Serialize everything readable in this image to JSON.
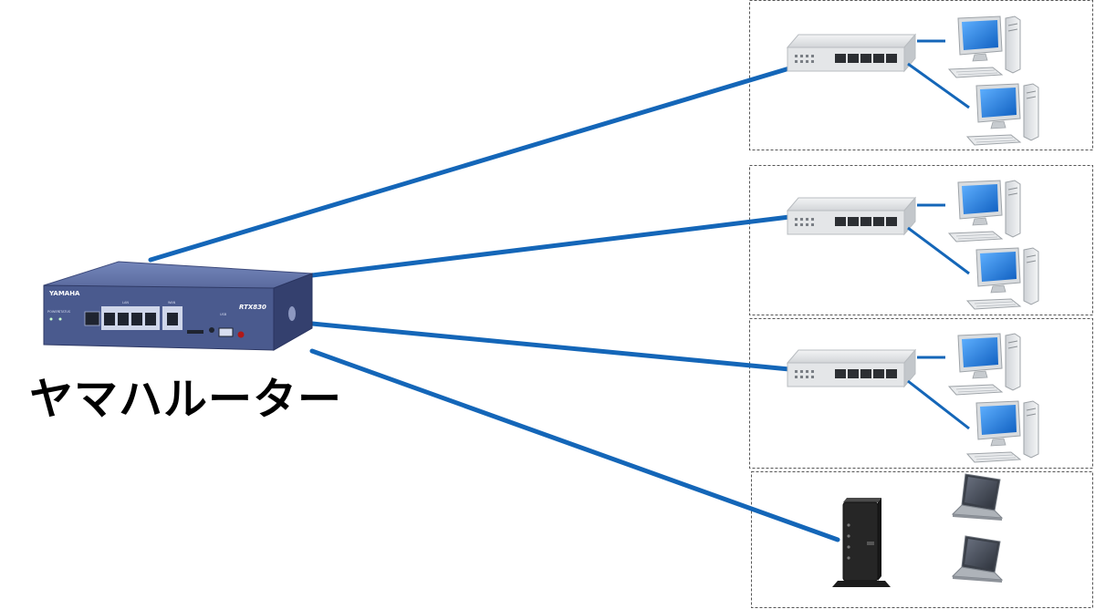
{
  "router": {
    "caption": "ヤマハルーター",
    "brand": "YAMAHA",
    "model": "RTX830",
    "power_label": "POWER",
    "status_label": "STATUS",
    "lan_label": "LAN",
    "wan_label": "WAN",
    "usb_label": "USB"
  },
  "colors": {
    "cable": "#1466b8",
    "router_body": "#4a5a8e",
    "router_top": "#6a7cb0",
    "router_side": "#34406e",
    "group_border": "#555555",
    "switch_body": "#e2e4e6",
    "monitor_screen": "#1f78d8",
    "ap_body": "#2a2a2a"
  },
  "icons": {
    "router": "yamaha-router-icon",
    "switch": "network-switch-icon",
    "desktop": "desktop-computer-icon",
    "laptop": "laptop-icon",
    "access_point": "wireless-access-point-icon"
  }
}
